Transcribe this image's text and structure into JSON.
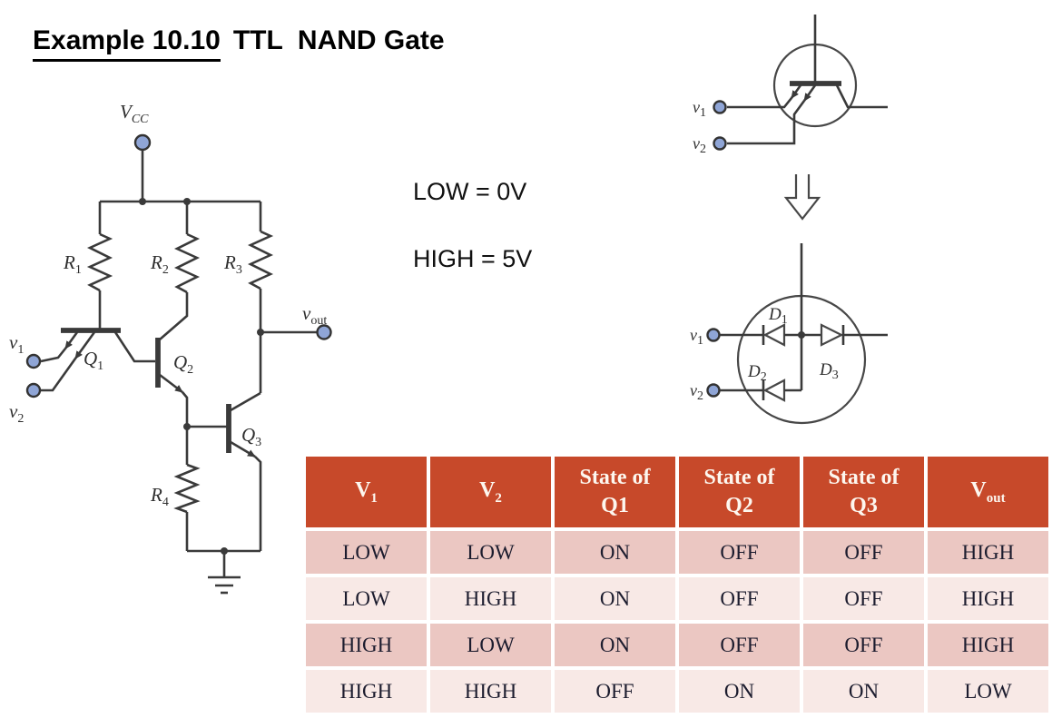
{
  "title": {
    "example": "Example 10.10",
    "rest": "TTL  NAND Gate"
  },
  "notes": {
    "low": "LOW = 0V",
    "high": "HIGH = 5V"
  },
  "circuit": {
    "labels": {
      "vcc": {
        "base": "V",
        "sub": "CC"
      },
      "r1": {
        "base": "R",
        "sub": "1"
      },
      "r2": {
        "base": "R",
        "sub": "2"
      },
      "r3": {
        "base": "R",
        "sub": "3"
      },
      "r4": {
        "base": "R",
        "sub": "4"
      },
      "q1": {
        "base": "Q",
        "sub": "1"
      },
      "q2": {
        "base": "Q",
        "sub": "2"
      },
      "q3": {
        "base": "Q",
        "sub": "3"
      },
      "v1": {
        "base": "v",
        "sub": "1"
      },
      "v2": {
        "base": "v",
        "sub": "2"
      },
      "vout": {
        "base": "v",
        "sub": "out"
      }
    }
  },
  "equivalent": {
    "labels": {
      "v1": {
        "base": "v",
        "sub": "1"
      },
      "v2": {
        "base": "v",
        "sub": "2"
      },
      "d1": {
        "base": "D",
        "sub": "1"
      },
      "d2": {
        "base": "D",
        "sub": "2"
      },
      "d3": {
        "base": "D",
        "sub": "3"
      }
    }
  },
  "table": {
    "headers": [
      {
        "base": "V",
        "sub": "1"
      },
      {
        "base": "V",
        "sub": "2"
      },
      {
        "lines": [
          "State of",
          "Q1"
        ]
      },
      {
        "lines": [
          "State of",
          "Q2"
        ]
      },
      {
        "lines": [
          "State of",
          "Q3"
        ]
      },
      {
        "base": "V",
        "sub": "out"
      }
    ],
    "rows": [
      [
        "LOW",
        "LOW",
        "ON",
        "OFF",
        "OFF",
        "HIGH"
      ],
      [
        "LOW",
        "HIGH",
        "ON",
        "OFF",
        "OFF",
        "HIGH"
      ],
      [
        "HIGH",
        "LOW",
        "ON",
        "OFF",
        "OFF",
        "HIGH"
      ],
      [
        "HIGH",
        "HIGH",
        "OFF",
        "ON",
        "ON",
        "LOW"
      ]
    ]
  },
  "colors": {
    "table_header_bg": "#c7492a",
    "table_row_dark": "#ebc7c2",
    "table_row_light": "#f8e9e6",
    "terminal_fill": "#8fa5d6",
    "wire": "#3a3a3a"
  }
}
